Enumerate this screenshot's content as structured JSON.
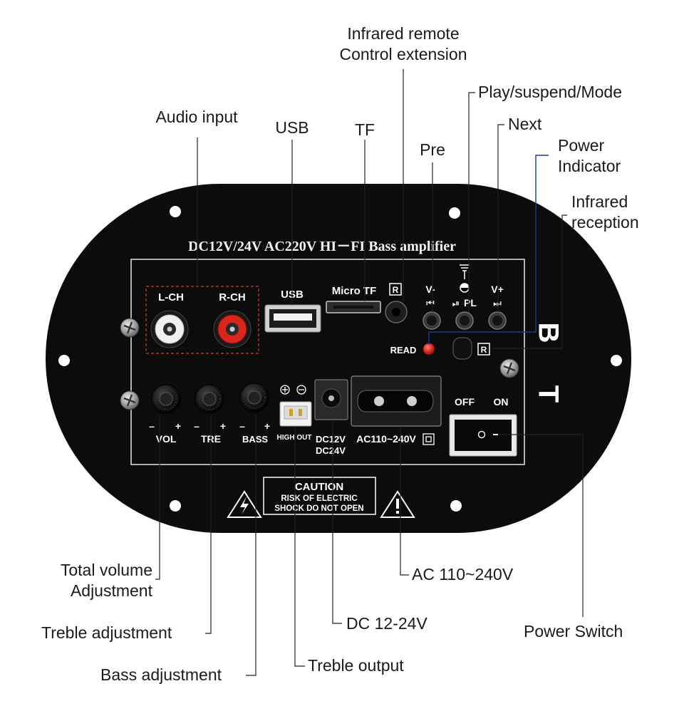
{
  "board": {
    "title": "DC12V/24V AC220V HI－FI Bass amplifier",
    "bt_b": "B",
    "bt_t": "T",
    "lch": "L-CH",
    "rch": "R-CH",
    "usb": "USB",
    "micro_tf": "Micro TF",
    "r_mark": "R",
    "r_mark2": "R",
    "vminus": "V-",
    "vplus": "V+",
    "pl": "PL",
    "read": "READ",
    "off": "OFF",
    "on": "ON",
    "vol": "VOL",
    "tre": "TRE",
    "bass": "BASS",
    "minus": "–",
    "plus": "+",
    "high_out": "HIGH OUT",
    "dc12v": "DC12V",
    "dc24v": "DC24V",
    "ac_range": "AC110~240V",
    "caution_title": "CAUTION",
    "caution_line1": "RISK OF ELECTRIC",
    "caution_line2": "SHOCK DO NOT OPEN"
  },
  "callouts": {
    "audio_input": "Audio input",
    "usb": "USB",
    "tf": "TF",
    "ir_ext_line1": "Infrared remote",
    "ir_ext_line2": "Control extension",
    "pre": "Pre",
    "play": "Play/suspend/Mode",
    "next": "Next",
    "power_ind_line1": "Power",
    "power_ind_line2": "Indicator",
    "ir_rec_line1": "Infrared",
    "ir_rec_line2": "reception",
    "total_vol_line1": "Total volume",
    "total_vol_line2": "Adjustment",
    "treble_adj": "Treble adjustment",
    "bass_adj": "Bass adjustment",
    "treble_out": "Treble output",
    "dc_range": "DC 12-24V",
    "ac_range": "AC 110~240V",
    "power_switch": "Power Switch"
  },
  "colors": {
    "board": "#0c0c0c",
    "panel_line": "#e8e8e8",
    "leader": "#222222",
    "indicator_leader": "#1e3a8a",
    "rca_red": "#d8261c",
    "led_red": "#e3261b"
  }
}
